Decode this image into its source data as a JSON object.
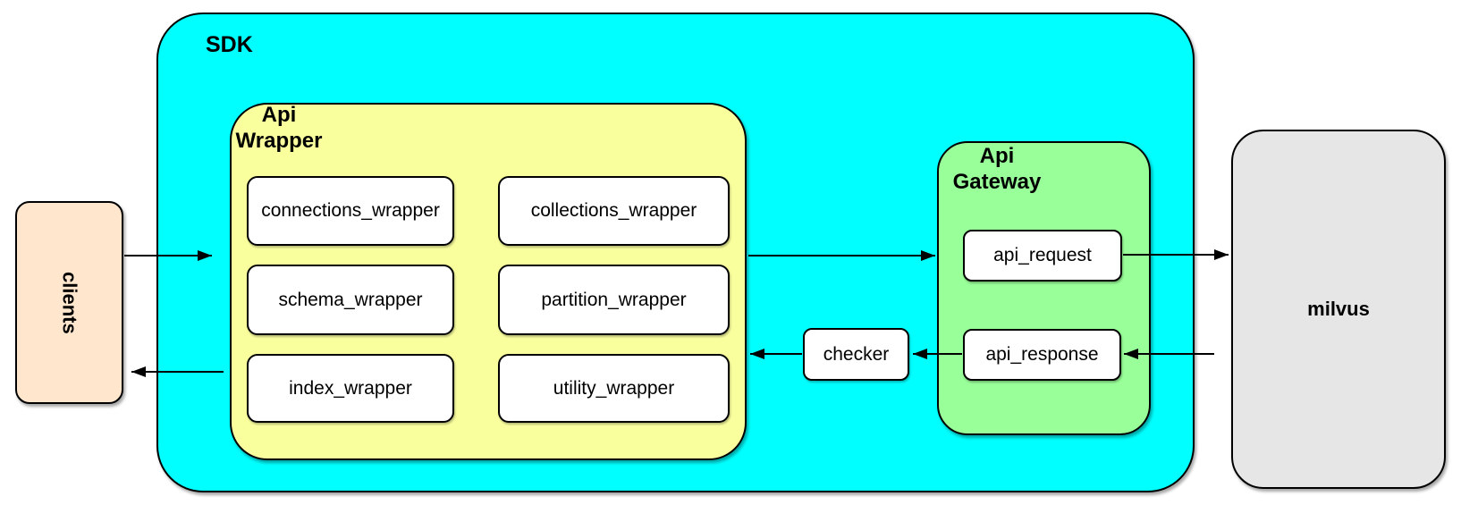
{
  "diagram": {
    "type": "architecture-diagram",
    "nodes": {
      "clients": {
        "label": "clients",
        "fill": "#FFE6CC"
      },
      "sdk": {
        "label": "SDK",
        "fill": "#00FFFF"
      },
      "api_wrapper": {
        "label_lines": [
          "Api",
          "Wrapper"
        ],
        "fill": "#FAFF9E",
        "modules": [
          "connections_wrapper",
          "collections_wrapper",
          "schema_wrapper",
          "partition_wrapper",
          "index_wrapper",
          "utility_wrapper"
        ]
      },
      "checker": {
        "label": "checker",
        "fill": "#FFFFFF"
      },
      "api_gateway": {
        "label_lines": [
          "Api",
          "Gateway"
        ],
        "fill": "#99FF99",
        "request_label": "api_request",
        "response_label": "api_response"
      },
      "milvus": {
        "label": "milvus",
        "fill": "#E6E6E6"
      }
    },
    "edges": [
      {
        "from": "clients",
        "to": "api_wrapper"
      },
      {
        "from": "api_wrapper",
        "to": "clients"
      },
      {
        "from": "api_wrapper",
        "to": "api_gateway"
      },
      {
        "from": "api_request",
        "to": "milvus"
      },
      {
        "from": "milvus",
        "to": "api_response"
      },
      {
        "from": "api_response",
        "to": "checker"
      },
      {
        "from": "checker",
        "to": "api_wrapper"
      }
    ],
    "colors": {
      "border": "#000000",
      "module_fill": "#FFFFFF",
      "background": "#FFFFFF"
    }
  }
}
